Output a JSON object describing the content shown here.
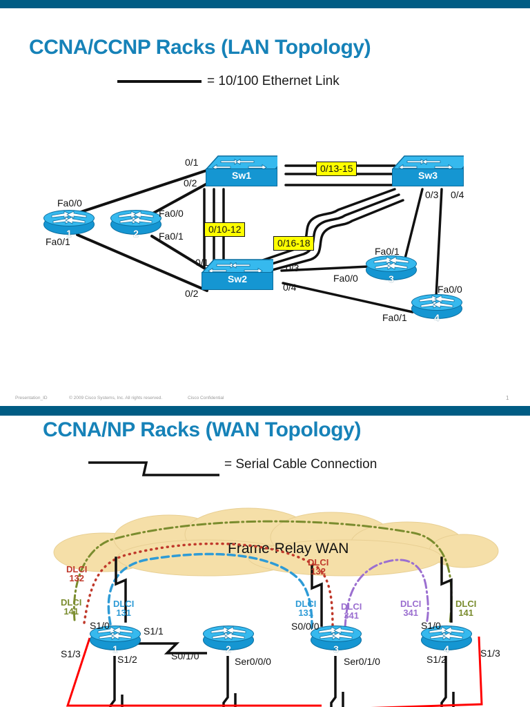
{
  "theme": {
    "band_color": "#005C84",
    "title_color": "#1682B8",
    "device_blue": "#1596D2",
    "badge_yellow": "#FFFF00",
    "cloud_fill": "#F5DFA8",
    "dlci_red": "#C0392B",
    "dlci_olive": "#7A8C2E",
    "dlci_blue": "#2E9BD6",
    "dlci_purple": "#9B6FD0",
    "serial_red": "#FF0000"
  },
  "slide1": {
    "title": "CCNA/CCNP Racks (LAN Topology)",
    "legend_text": "= 10/100 Ethernet Link",
    "legend_icon": "solid-line-icon",
    "switches": [
      {
        "name": "Sw1"
      },
      {
        "name": "Sw2"
      },
      {
        "name": "Sw3"
      }
    ],
    "routers": [
      {
        "name": "1"
      },
      {
        "name": "2"
      },
      {
        "name": "3"
      },
      {
        "name": "4"
      }
    ],
    "port_badges": [
      {
        "label": "0/13-15"
      },
      {
        "label": "0/10-12"
      },
      {
        "label": "0/16-18"
      }
    ],
    "interface_labels": [
      {
        "label": "0/1",
        "for": "sw1-port-0-1"
      },
      {
        "label": "0/2",
        "for": "sw1-port-0-2"
      },
      {
        "label": "Fa0/0",
        "for": "r1-fa0-0"
      },
      {
        "label": "Fa0/1",
        "for": "r1-fa0-1"
      },
      {
        "label": "Fa0/0",
        "for": "r2-fa0-0"
      },
      {
        "label": "Fa0/1",
        "for": "r2-fa0-1"
      },
      {
        "label": "0/1",
        "for": "sw2-port-0-1"
      },
      {
        "label": "0/2",
        "for": "sw2-port-0-2"
      },
      {
        "label": "0/3",
        "for": "sw2-port-0-3"
      },
      {
        "label": "0/4",
        "for": "sw2-port-0-4"
      },
      {
        "label": "0/3",
        "for": "sw3-port-0-3"
      },
      {
        "label": "0/4",
        "for": "sw3-port-0-4"
      },
      {
        "label": "Fa0/1",
        "for": "r3-fa0-1"
      },
      {
        "label": "Fa0/0",
        "for": "r3-fa0-0"
      },
      {
        "label": "Fa0/0",
        "for": "r4-fa0-0"
      },
      {
        "label": "Fa0/1",
        "for": "r4-fa0-1"
      }
    ],
    "footer": {
      "presentation_id": "Presentation_ID",
      "copyright": "© 2009 Cisco Systems, Inc. All rights reserved.",
      "confidential": "Cisco Confidential",
      "page_number": "1"
    }
  },
  "slide2": {
    "title": "CCNA/NP Racks (WAN Topology)",
    "legend_text": "= Serial Cable Connection",
    "legend_icon": "serial-cable-line-icon",
    "cloud_label": "Frame-Relay WAN",
    "routers": [
      {
        "name": "1"
      },
      {
        "name": "2"
      },
      {
        "name": "3"
      },
      {
        "name": "4"
      }
    ],
    "dlci_labels": [
      {
        "title": "DLCI",
        "value": "132",
        "color": "#C0392B"
      },
      {
        "title": "DLCI",
        "value": "141",
        "color": "#7A8C2E"
      },
      {
        "title": "DLCI",
        "value": "131",
        "color": "#2E9BD6"
      },
      {
        "title": "DLCI",
        "value": "132",
        "color": "#C0392B"
      },
      {
        "title": "DLCI",
        "value": "131",
        "color": "#2E9BD6"
      },
      {
        "title": "DLCI",
        "value": "341",
        "color": "#9B6FD0"
      },
      {
        "title": "DLCI",
        "value": "341",
        "color": "#9B6FD0"
      },
      {
        "title": "DLCI",
        "value": "141",
        "color": "#7A8C2E"
      }
    ],
    "interface_labels": [
      {
        "label": "S1/0",
        "for": "r1-s1-0"
      },
      {
        "label": "S1/1",
        "for": "r1-s1-1"
      },
      {
        "label": "S1/2",
        "for": "r1-s1-2"
      },
      {
        "label": "S1/3",
        "for": "r1-s1-3"
      },
      {
        "label": "S0/1/0",
        "for": "r2-s0-1-0"
      },
      {
        "label": "Ser0/0/0",
        "for": "r2-ser0-0-0"
      },
      {
        "label": "S0/0/0",
        "for": "r3-s0-0-0"
      },
      {
        "label": "Ser0/1/0",
        "for": "r3-ser0-1-0"
      },
      {
        "label": "S1/0",
        "for": "r4-s1-0"
      },
      {
        "label": "S1/2",
        "for": "r4-s1-2"
      },
      {
        "label": "S1/3",
        "for": "r4-s1-3"
      }
    ]
  }
}
